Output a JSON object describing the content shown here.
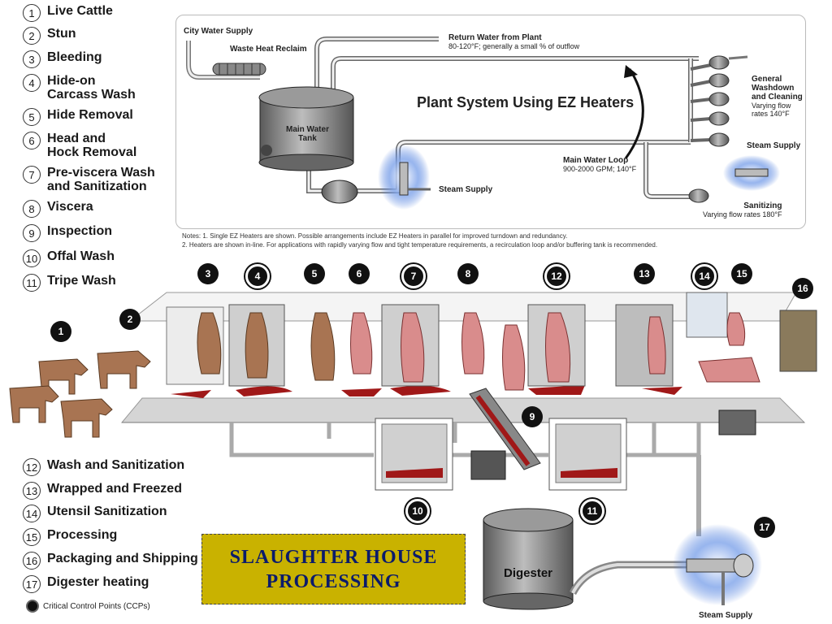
{
  "legend_top": [
    {
      "n": "1",
      "label": "Live Cattle"
    },
    {
      "n": "2",
      "label": "Stun"
    },
    {
      "n": "3",
      "label": "Bleeding"
    },
    {
      "n": "4",
      "label": "Hide-on\nCarcass Wash"
    },
    {
      "n": "5",
      "label": "Hide Removal"
    },
    {
      "n": "6",
      "label": "Head and\nHock Removal"
    },
    {
      "n": "7",
      "label": "Pre-viscera Wash\nand Sanitization"
    },
    {
      "n": "8",
      "label": "Viscera"
    },
    {
      "n": "9",
      "label": "Inspection"
    },
    {
      "n": "10",
      "label": "Offal Wash"
    },
    {
      "n": "11",
      "label": "Tripe Wash"
    }
  ],
  "legend_bottom": [
    {
      "n": "12",
      "label": "Wash and Sanitization"
    },
    {
      "n": "13",
      "label": "Wrapped and Freezed"
    },
    {
      "n": "14",
      "label": "Utensil Sanitization"
    },
    {
      "n": "15",
      "label": "Processing"
    },
    {
      "n": "16",
      "label": "Packaging and Shipping"
    },
    {
      "n": "17",
      "label": "Digester heating"
    }
  ],
  "ccp_note": "Critical Control Points (CCPs)",
  "title_line1": "SLAUGHTER  HOUSE",
  "title_line2": "PROCESSING",
  "plant": {
    "heading": "Plant System Using EZ Heaters",
    "city_water": "City Water Supply",
    "waste_heat": "Waste Heat Reclaim",
    "return_water": "Return Water from Plant",
    "return_water_sub": "80-120°F; generally a small % of outflow",
    "main_tank": "Main Water\nTank",
    "steam_supply_1": "Steam Supply",
    "main_loop": "Main Water Loop",
    "main_loop_sub": "900-2000 GPM; 140°F",
    "general_wash": "General\nWashdown\nand Cleaning",
    "general_wash_sub": "Varying flow\nrates 140°F",
    "steam_supply_2": "Steam Supply",
    "sanitizing": "Sanitizing",
    "sanitizing_sub": "Varying flow rates 180°F"
  },
  "notes_line1": "Notes: 1. Single EZ Heaters are shown.  Possible arrangements include EZ Heaters in parallel for improved turndown and redundancy.",
  "notes_line2": "2. Heaters are shown in-line. For applications with rapidly varying flow and tight temperature requirements, a recirculation loop and/or buffering tank is recommended.",
  "digester": "Digester",
  "steam_supply_bottom": "Steam Supply",
  "badges": [
    {
      "n": "1",
      "ccp": false
    },
    {
      "n": "2",
      "ccp": false
    },
    {
      "n": "3",
      "ccp": false
    },
    {
      "n": "4",
      "ccp": true
    },
    {
      "n": "5",
      "ccp": false
    },
    {
      "n": "6",
      "ccp": false
    },
    {
      "n": "7",
      "ccp": true
    },
    {
      "n": "8",
      "ccp": false
    },
    {
      "n": "9",
      "ccp": false
    },
    {
      "n": "10",
      "ccp": true
    },
    {
      "n": "11",
      "ccp": true
    },
    {
      "n": "12",
      "ccp": true
    },
    {
      "n": "13",
      "ccp": false
    },
    {
      "n": "14",
      "ccp": true
    },
    {
      "n": "15",
      "ccp": false
    },
    {
      "n": "16",
      "ccp": false
    },
    {
      "n": "17",
      "ccp": false
    }
  ],
  "colors": {
    "title_bg": "#c9b200",
    "title_text": "#0b1b6b",
    "cattle": "#a87452",
    "carcass": "#d98c8c",
    "steam_glow": "#3a6fd8",
    "blood": "#a01818"
  }
}
